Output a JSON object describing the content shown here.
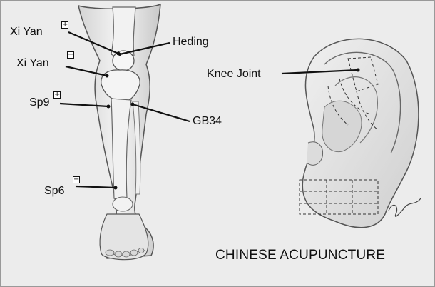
{
  "labels": {
    "xi_yan_plus": "Xi Yan",
    "xi_yan_minus": "Xi Yan",
    "heding": "Heding",
    "sp9": "Sp9",
    "gb34": "GB34",
    "sp6": "Sp6",
    "knee_joint": "Knee Joint"
  },
  "signs": {
    "plus": "+",
    "minus": "−"
  },
  "caption": "CHINESE ACUPUNCTURE",
  "colors": {
    "background": "#ececec",
    "lines": "#111111"
  }
}
